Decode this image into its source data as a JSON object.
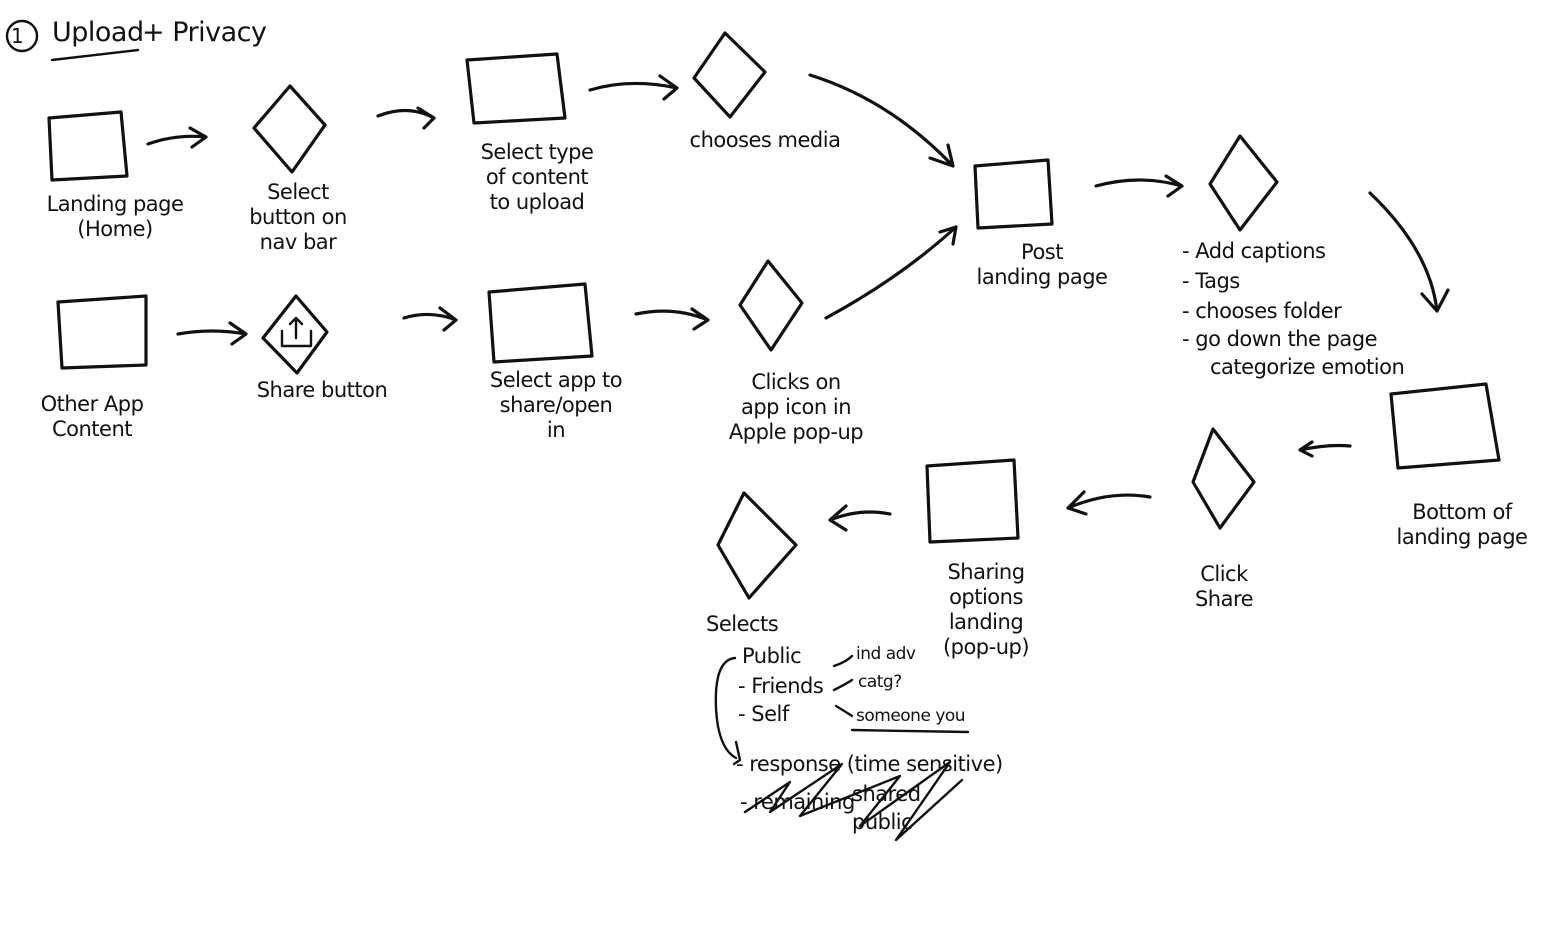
{
  "title": {
    "step_number": "1",
    "heading": "Upload",
    "heading_rest": "+ Privacy"
  },
  "nodes": {
    "landing_page": {
      "line1": "Landing page",
      "line2": "(Home)"
    },
    "select_plus": {
      "line1": "Select",
      "line2": "button on",
      "line3": "nav bar"
    },
    "select_type": {
      "line1": "Select type",
      "line2": "of content",
      "line3": "to upload"
    },
    "chooses_media": {
      "line1": "chooses media"
    },
    "post_landing": {
      "line1": "Post",
      "line2": "landing page"
    },
    "add_options": {
      "line1": "- Add captions",
      "line2": "- Tags",
      "line3": "- chooses folder",
      "line4": "- go down the page",
      "line5": "categorize emotion"
    },
    "other_app": {
      "line1": "Other App",
      "line2": "Content"
    },
    "share_button": {
      "line1": "Share button"
    },
    "select_app": {
      "line1": "Select app to",
      "line2": "share/open",
      "line3": "in"
    },
    "clicks_app_icon": {
      "line1": "Clicks on",
      "line2": "app icon in",
      "line3": "Apple pop-up"
    },
    "bottom_of_page": {
      "line1": "Bottom of",
      "line2": "landing page"
    },
    "click_share": {
      "line1": "Click",
      "line2": "Share"
    },
    "sharing_options": {
      "line1": "Sharing",
      "line2": "options",
      "line3": "landing",
      "line4": "(pop-up)"
    },
    "selects": {
      "heading": "Selects",
      "public": "Public",
      "friends": "- Friends",
      "self": "- Self",
      "note1": "ind adv",
      "note2": "catg?",
      "note3": "someone you",
      "response": "- response (time sensitive)",
      "remaining": "- remaining",
      "struck1": "shared",
      "struck2": "public"
    }
  }
}
